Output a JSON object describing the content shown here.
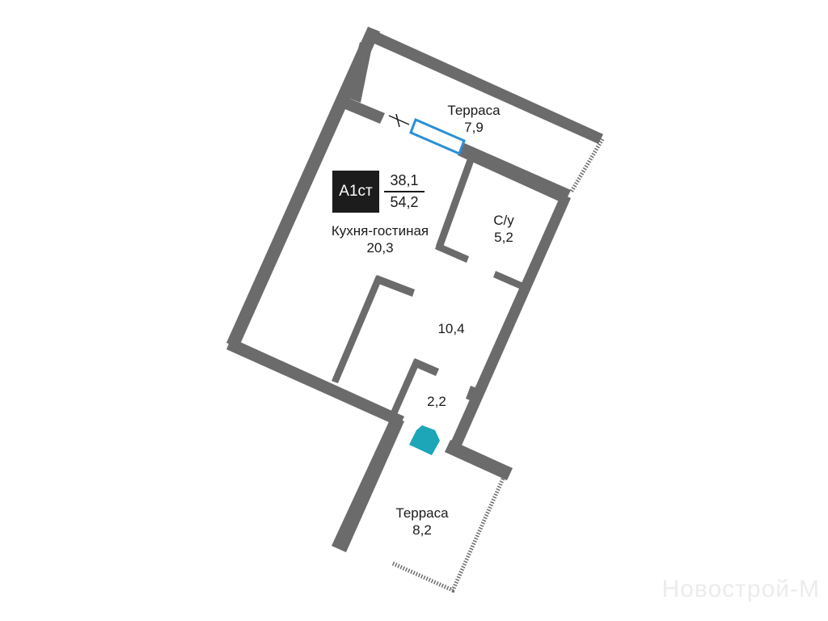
{
  "apartment": {
    "code": "А1ст",
    "living_area": "38,1",
    "total_area": "54,2"
  },
  "rooms": [
    {
      "id": "terrace-top",
      "name": "Терраса",
      "area": "7,9"
    },
    {
      "id": "wc",
      "name": "С/у",
      "area": "5,2"
    },
    {
      "id": "kitchen-living",
      "name": "Кухня-гостиная",
      "area": "20,3"
    },
    {
      "id": "hallway",
      "name": "",
      "area": "10,4"
    },
    {
      "id": "vestibule",
      "name": "",
      "area": "2,2"
    },
    {
      "id": "terrace-bottom",
      "name": "Терраса",
      "area": "8,2"
    }
  ],
  "watermark": "Новострой-М",
  "colors": {
    "wall": "#6b6b6b",
    "window": "#2a8fd6",
    "entrance": "#1da5b8",
    "badge_bg": "#1c1c1c"
  },
  "icons": [
    "entrance-marker-icon",
    "window-icon"
  ]
}
